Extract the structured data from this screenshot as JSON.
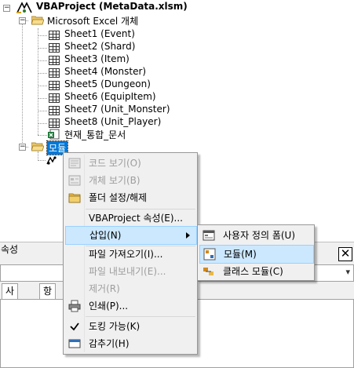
{
  "tree": {
    "project": "VBAProject (MetaData.xlsm)",
    "excel_objects_folder": "Microsoft Excel 개체",
    "sheets": [
      "Sheet1 (Event)",
      "Sheet2 (Shard)",
      "Sheet3 (Item)",
      "Sheet4 (Monster)",
      "Sheet5 (Dungeon)",
      "Sheet6 (EquipItem)",
      "Sheet7 (Unit_Monster)",
      "Sheet8 (Unit_Player)"
    ],
    "workbook": "현재_통합_문서",
    "modules_folder": "모듈",
    "expand_sign": "−"
  },
  "menu": {
    "items": [
      {
        "label": "코드 보기(O)",
        "disabled": true
      },
      {
        "label": "개체 보기(B)",
        "disabled": true
      },
      {
        "label": "폴더 설정/해제",
        "disabled": false
      },
      {
        "label": "VBAProject 속성(E)...",
        "disabled": false
      },
      {
        "label": "삽입(N)",
        "disabled": false,
        "active": true
      },
      {
        "label": "파일 가져오기(I)...",
        "disabled": false
      },
      {
        "label": "파일 내보내기(E)...",
        "disabled": true
      },
      {
        "label": "제거(R)",
        "disabled": true
      },
      {
        "label": "인쇄(P)...",
        "disabled": false
      },
      {
        "label": "도킹 가능(K)",
        "disabled": false,
        "checked": true
      },
      {
        "label": "감추기(H)",
        "disabled": false
      }
    ]
  },
  "submenu": {
    "items": [
      {
        "label": "사용자 정의 폼(U)"
      },
      {
        "label": "모듈(M)",
        "active": true
      },
      {
        "label": "클래스 모듈(C)"
      }
    ]
  },
  "props": {
    "title": "속성",
    "close": "✕",
    "tabs": [
      "사전순",
      "항목별"
    ],
    "combo_arrow": "▾"
  },
  "colors": {
    "highlight": "#cce8ff",
    "selection": "#0078d7",
    "menu_bg": "#f0f0f0"
  }
}
